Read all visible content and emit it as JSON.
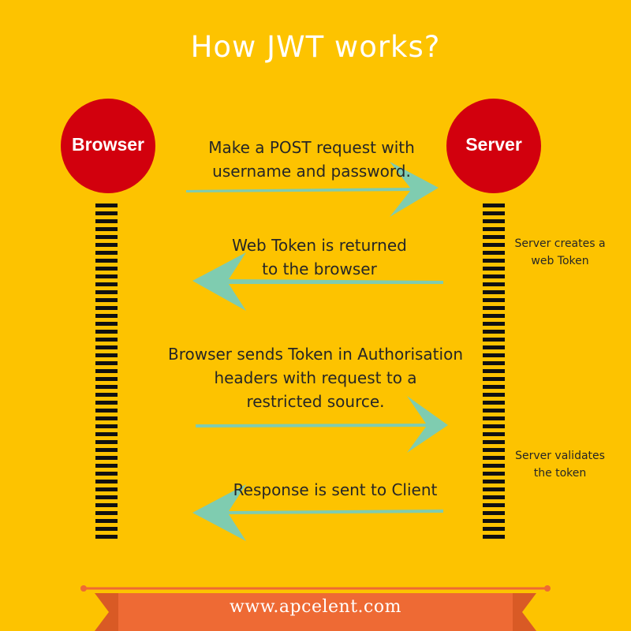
{
  "title": "How JWT works?",
  "nodes": {
    "browser": "Browser",
    "server": "Server"
  },
  "messages": [
    {
      "text_line1": "Make a POST request with",
      "text_line2": "username and password.",
      "direction": "browser-to-server"
    },
    {
      "text_line1": "Web Token is returned",
      "text_line2": "to the browser",
      "direction": "server-to-browser"
    },
    {
      "text_line1": "Browser sends Token in Authorisation",
      "text_line2": "headers with request to a",
      "text_line3": "restricted source.",
      "direction": "browser-to-server"
    },
    {
      "text_line1": "Response is sent to Client",
      "direction": "server-to-browser"
    }
  ],
  "server_notes": [
    {
      "line1": "Server creates a",
      "line2": "web Token"
    },
    {
      "line1": "Server validates",
      "line2": "the token"
    }
  ],
  "footer": {
    "url": "www.apcelent.com"
  },
  "colors": {
    "background": "#fdc300",
    "node_fill": "#d2000d",
    "arrow": "#7fccb0",
    "lifeline": "#111111",
    "banner": "#ee6a34",
    "banner_dark": "#c44a1d"
  }
}
